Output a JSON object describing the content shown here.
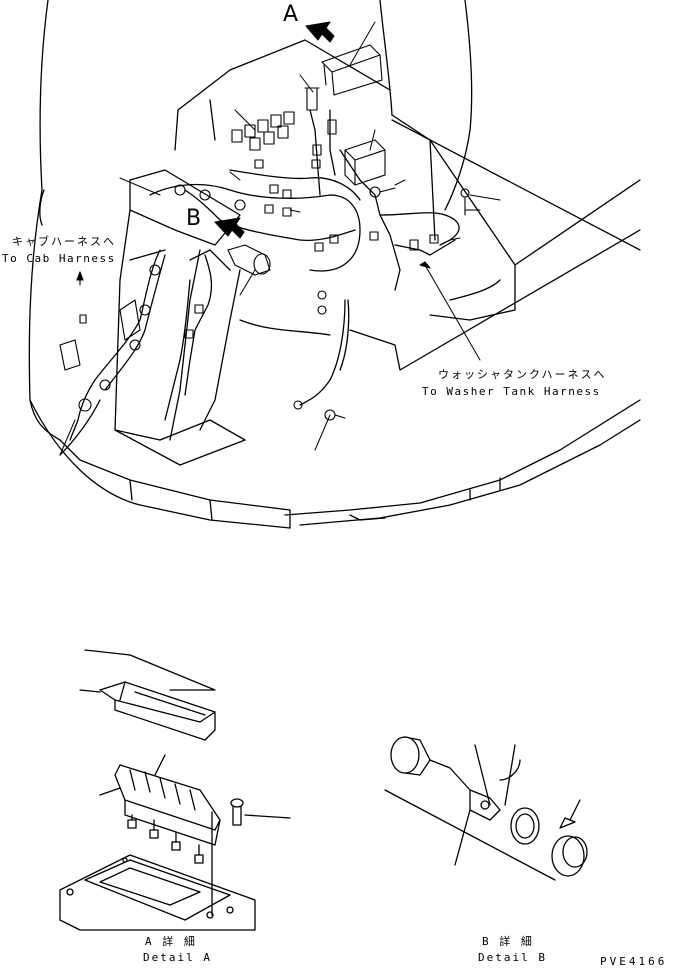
{
  "labels": {
    "view_a": "A",
    "view_b": "B",
    "cab_harness_jp": "キャブハーネスへ",
    "cab_harness_en": "To Cab Harness",
    "washer_harness_jp": "ウォッシャタンクハーネスへ",
    "washer_harness_en": "To Washer Tank Harness",
    "detail_a_jp": "A 詳 細",
    "detail_a_en": "Detail A",
    "detail_b_jp": "B 詳 細",
    "detail_b_en": "Detail B",
    "drawing_code": "PVE4166"
  },
  "colors": {
    "ink": "#000000",
    "paper": "#ffffff"
  }
}
